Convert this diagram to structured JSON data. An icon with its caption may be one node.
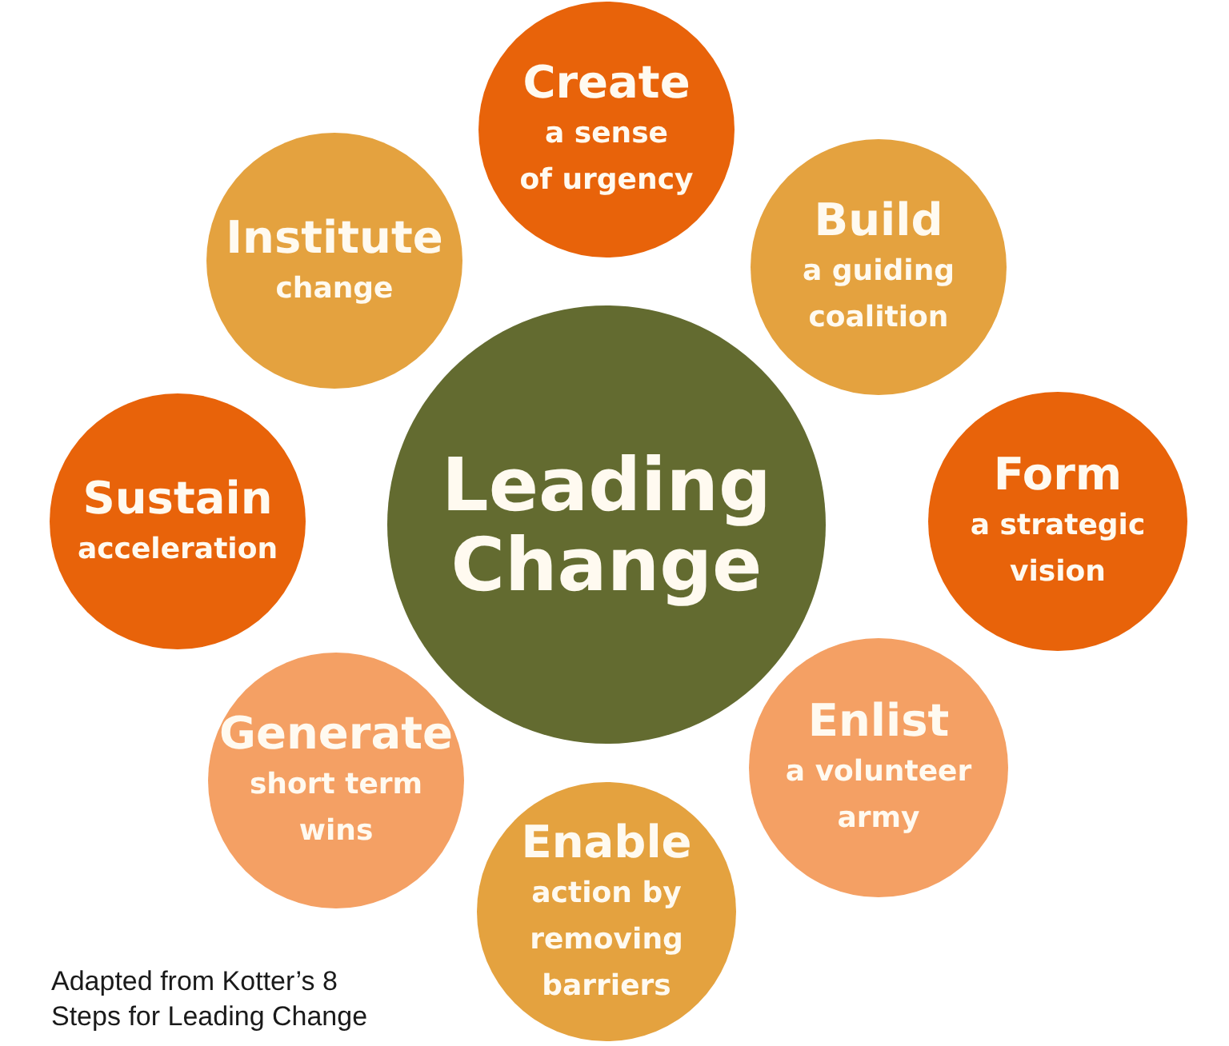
{
  "diagram": {
    "caption": "Adapted from Kotter’s 8 Steps for Leading Change",
    "nodes": [
      {
        "text": [
          "Leading Change"
        ]
      },
      {
        "text": [
          "Create",
          "a sense of urgency"
        ]
      },
      {
        "text": [
          "Build",
          "a guiding coalition"
        ]
      },
      {
        "text": [
          "Form",
          "a strategic vision"
        ]
      },
      {
        "text": [
          "Enlist",
          "a volunteer army"
        ]
      },
      {
        "text": [
          "Enable",
          "action by removing barriers"
        ]
      },
      {
        "text": [
          "Generate",
          "short term wins"
        ]
      },
      {
        "text": [
          "Sustain",
          "acceleration"
        ]
      },
      {
        "text": [
          "Institute",
          "change"
        ]
      }
    ]
  }
}
